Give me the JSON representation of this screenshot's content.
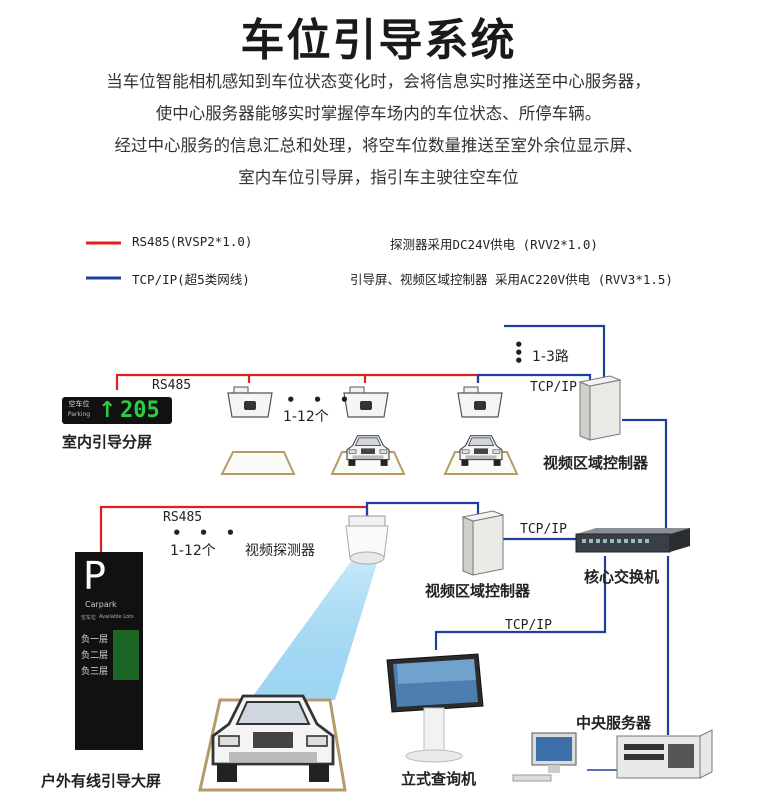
{
  "title": "车位引导系统",
  "intro_lines": [
    "当车位智能相机感知到车位状态变化时，会将信息实时推送至中心服务器，",
    "使中心服务器能够实时掌握停车场内的车位状态、所停车辆。",
    "经过中心服务的信息汇总和处理，将空车位数量推送至室外余位显示屏、",
    "室内车位引导屏，指引车主驶往空车位"
  ],
  "legend": {
    "rs485": "RS485(RVSP2*1.0)",
    "tcpip": "TCP/IP(超5类网线)",
    "detector_power": "探测器采用DC24V供电 (RVV2*1.0)",
    "controller_power": "引导屏、视频区域控制器 采用AC220V供电 (RVV3*1.5)"
  },
  "colors": {
    "rs485": "#e02020",
    "tcpip": "#1f3f9f",
    "sign_green": "#2ecc40"
  },
  "labels": {
    "rs485_top": "RS485",
    "rs485_left": "RS485",
    "count_top": "1-12个",
    "count_left": "1-12个",
    "video_detector": "视频探测器",
    "routes": "1-3路",
    "tcp_top": "TCP/IP",
    "tcp_mid": "TCP/IP",
    "tcp_bottom": "TCP/IP",
    "indoor_screen": "室内引导分屏",
    "zone_controller_top": "视频区域控制器",
    "zone_controller_mid": "视频区域控制器",
    "core_switch": "核心交换机",
    "kiosk": "立式查询机",
    "server": "中央服务器",
    "outdoor_screen": "户外有线引导大屏",
    "ellipsis": "• • •"
  },
  "indoor_sign": {
    "top_label": "空车位",
    "bottom_label": "Parking",
    "arrow": "↑",
    "count": "205"
  },
  "outdoor_sign": {
    "letter": "P",
    "brand": "Carpark",
    "sub_left": "空车位",
    "sub_right": "Available Lots",
    "floors": [
      "负一层",
      "负二层",
      "负三层"
    ]
  }
}
